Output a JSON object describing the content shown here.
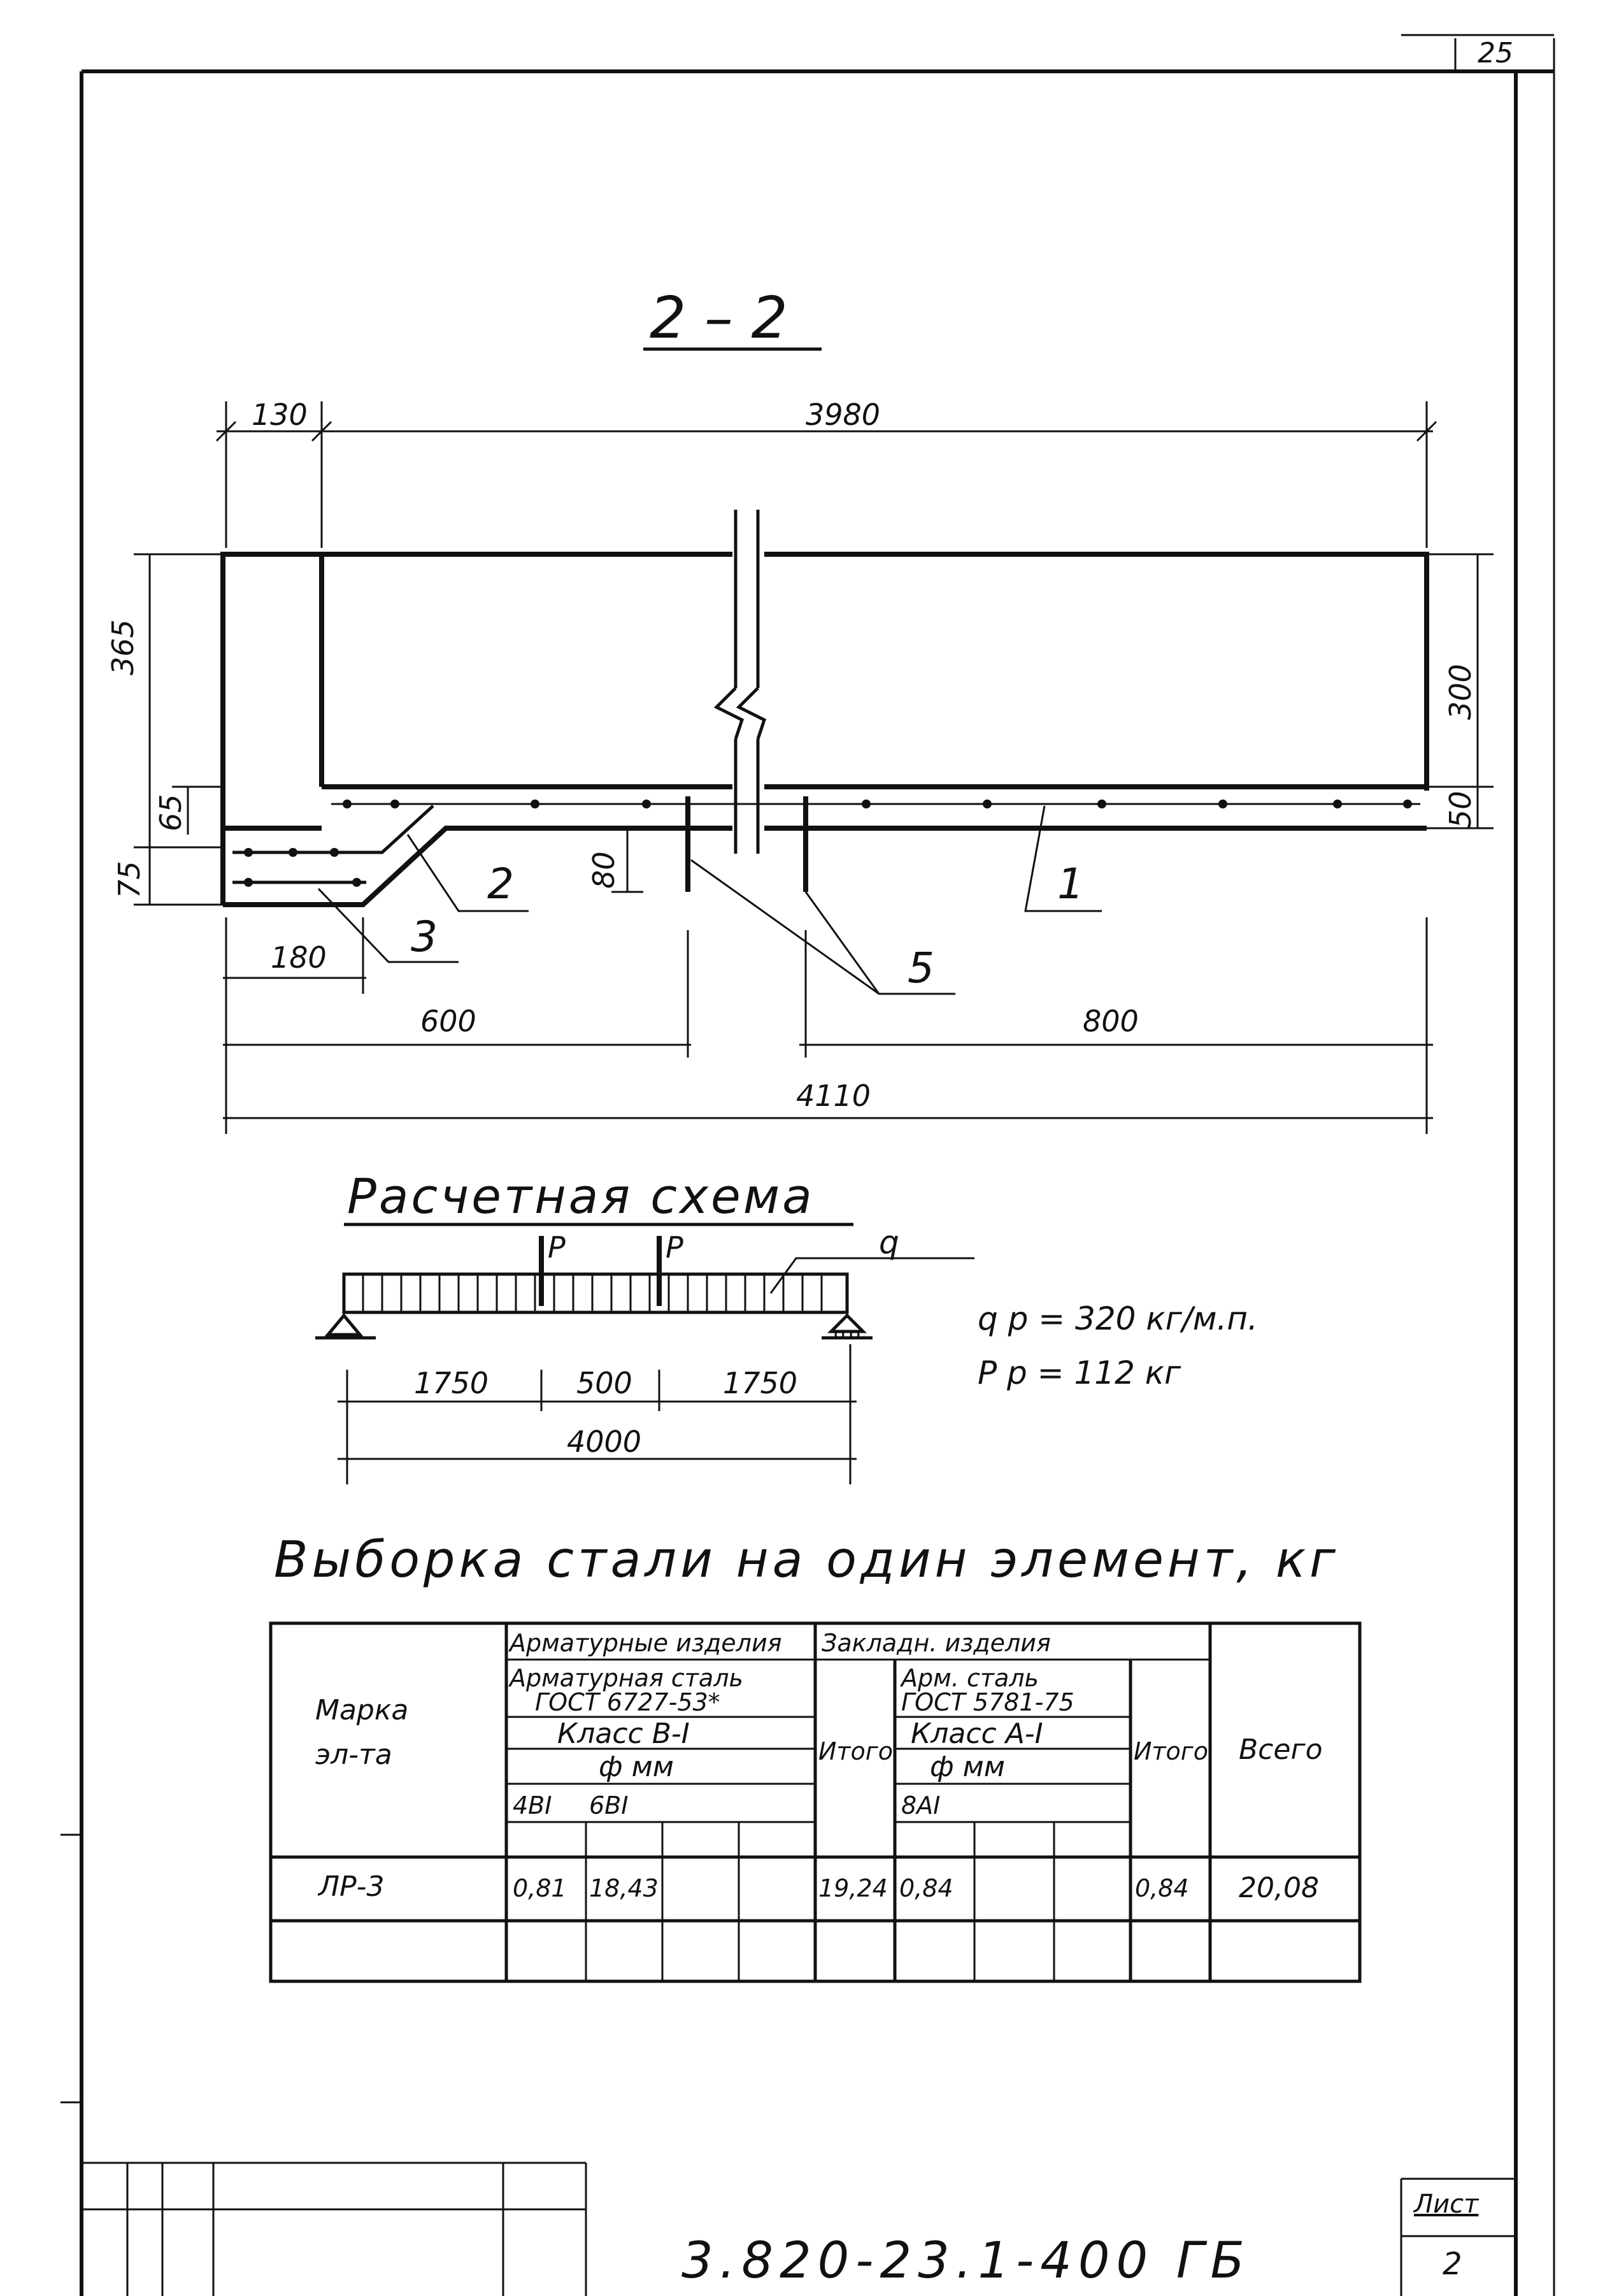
{
  "sheet_number_top": "25",
  "section_title": "2 – 2",
  "dimensions": {
    "d130": "130",
    "d3980": "3980",
    "d365": "365",
    "d300": "300",
    "d65": "65",
    "d50": "50",
    "d75": "75",
    "d80": "80",
    "d180": "180",
    "d600": "600",
    "d800": "800",
    "d4110": "4110"
  },
  "callouts": {
    "c1": "1",
    "c2": "2",
    "c3": "3",
    "c5": "5"
  },
  "scheme": {
    "title": "Расчетная схема",
    "load_label_q": "q",
    "load_label_p1": "P",
    "load_label_p2": "P",
    "d1750a": "1750",
    "d500": "500",
    "d1750b": "1750",
    "d4000": "4000",
    "qp_formula": "q p = 320 кг/м.п.",
    "pp_formula": "P p = 112 кг"
  },
  "table_title": "Выборка стали на один элемент, кг",
  "table": {
    "col_marka": "Марка эл-та",
    "group1": "Арматурные изделия",
    "group1_sub1": "Арматурная сталь",
    "group1_sub2": "ГОСТ 6727-53*",
    "group1_class": "Класс В-I",
    "group1_dia": "ф мм",
    "group1_d1": "4ВI",
    "group1_d2": "6ВI",
    "itogo1": "Итого",
    "group2": "Закладн. изделия",
    "group2_sub1": "Арм. сталь",
    "group2_sub2": "ГОСТ 5781-75",
    "group2_class": "Класс А-I",
    "group2_dia": "ф мм",
    "group2_d1": "8АI",
    "itogo2": "Итого",
    "vsego": "Всего",
    "row_mark": "ЛР-3",
    "row_v1": "0,81",
    "row_v2": "18,43",
    "row_itogo1": "19,24",
    "row_v3": "0,84",
    "row_itogo2": "0,84",
    "row_vsego": "20,08"
  },
  "stamp": {
    "doc_code": "3.820-23.1-400 ГБ",
    "list_label": "Лист",
    "list_number": "2"
  }
}
